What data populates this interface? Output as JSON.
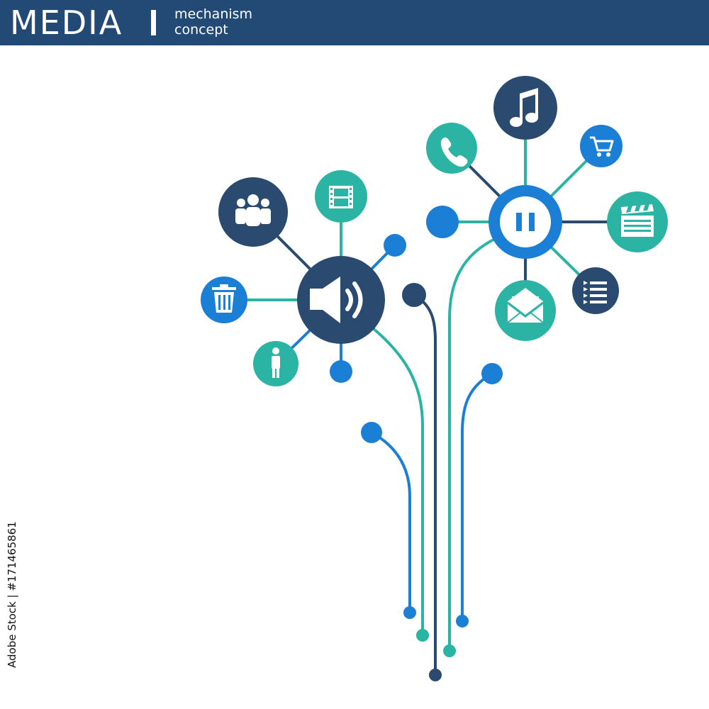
{
  "header": {
    "title": "MEDIA",
    "subtitle_line1": "mechanism",
    "subtitle_line2": "concept"
  },
  "side_text": "Adobe Stock | #171465861",
  "colors": {
    "navy": "#224a75",
    "dark_slate": "#2a4a70",
    "teal": "#2bb3a3",
    "blue": "#1c7fd6",
    "light_blue_ring": "#2a8ee0"
  },
  "nodes": {
    "speaker_hub": {
      "icon": "speaker-icon"
    },
    "pause_hub": {
      "icon": "pause-icon"
    },
    "group": {
      "icon": "people-group-icon"
    },
    "film": {
      "icon": "film-strip-icon"
    },
    "trash": {
      "icon": "trash-icon"
    },
    "person": {
      "icon": "person-icon"
    },
    "music": {
      "icon": "music-note-icon"
    },
    "phone": {
      "icon": "phone-icon"
    },
    "cart": {
      "icon": "shopping-cart-icon"
    },
    "clapper": {
      "icon": "clapperboard-icon"
    },
    "list": {
      "icon": "list-icon"
    },
    "mail": {
      "icon": "envelope-icon"
    }
  }
}
